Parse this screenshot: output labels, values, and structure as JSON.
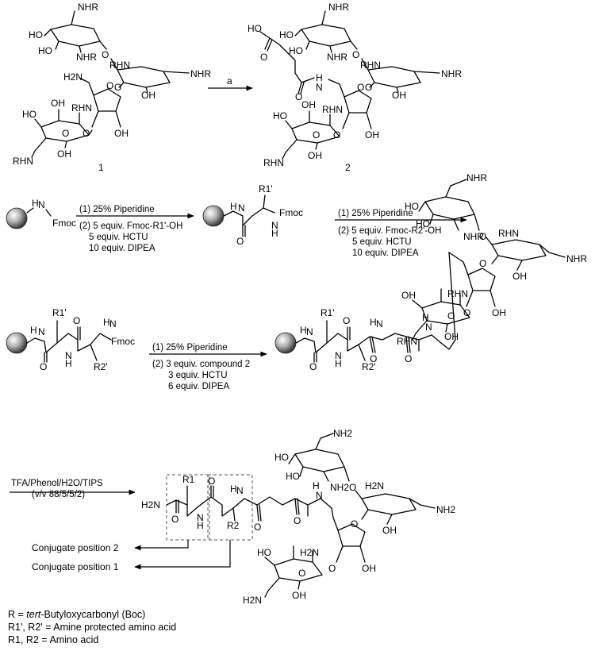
{
  "groups": {
    "nhr": "NHR",
    "rhn": "RHN",
    "ho": "HO",
    "oh": "OH",
    "o": "O",
    "h2n": "H2N",
    "nh2": "NH2",
    "n": "N",
    "h": "H",
    "fmoc": "Fmoc"
  },
  "compounds": {
    "c1": "1",
    "c2": "2"
  },
  "step1": {
    "reagent_label": "a"
  },
  "step2": {
    "cond1": "(1) 25% Piperidine",
    "cond2": "(2) 5 equiv. Fmoc-R1'-OH",
    "cond3": "5 equiv. HCTU",
    "cond4": "10 equiv. DIPEA"
  },
  "step3": {
    "cond1": "(1) 25% Piperidine",
    "cond2": "(2) 5 equiv. Fmoc-R2'-OH",
    "cond3": "5 equiv. HCTU",
    "cond4": "10 equiv. DIPEA"
  },
  "step4": {
    "cond1": "(1) 25% Piperidine",
    "cond2": "(2) 3 equiv. compound 2",
    "cond3": "3 equiv. HCTU",
    "cond4": "6 equiv. DIPEA"
  },
  "step5": {
    "cond1": "TFA/Phenol/H2O/TIPS",
    "cond2": "(v/v 88/5/5/2)"
  },
  "substituents": {
    "r1p": "R1'",
    "r2p": "R2'",
    "r1": "R1",
    "r2": "R2"
  },
  "conjugate": {
    "pos2": "Conjugate position 2",
    "pos1": "Conjugate position 1"
  },
  "legend": {
    "line1_prefix": "R = ",
    "line1_italic": "tert",
    "line1_suffix": "-Butyloxycarbonyl (Boc)",
    "line2": "R1', R2' = Amine protected amino acid",
    "line3": "R1, R2 = Amino acid"
  }
}
